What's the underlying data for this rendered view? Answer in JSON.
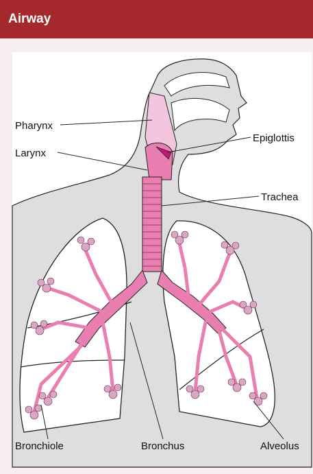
{
  "header": {
    "title": "Airway"
  },
  "diagram": {
    "labels": {
      "pharynx": "Pharynx",
      "larynx": "Larynx",
      "epiglottis": "Epiglottis",
      "trachea": "Trachea",
      "bronchiole": "Bronchiole",
      "bronchus": "Bronchus",
      "alveolus": "Alveolus"
    },
    "colors": {
      "header": "#a4282c",
      "card_bg": "#f7efef",
      "body_fill": "#dedede",
      "airway_pink": "#e97fb0",
      "airway_light": "#f4c6dd",
      "alveoli": "#d9a7c4",
      "epiglottis": "#c2187a"
    }
  }
}
